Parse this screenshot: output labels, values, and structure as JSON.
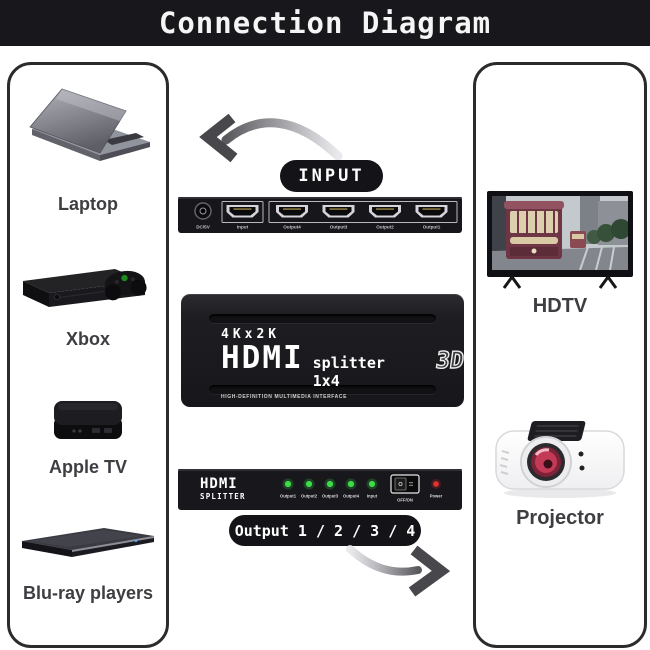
{
  "title": "Connection Diagram",
  "input_arrow_label": "INPUT",
  "output_arrow_label": "Output 1 / 2 / 3 / 4",
  "sources": {
    "items": [
      {
        "label": "Laptop"
      },
      {
        "label": "Xbox"
      },
      {
        "label": "Apple TV"
      },
      {
        "label": "Blu-ray players"
      }
    ]
  },
  "displays": {
    "items": [
      {
        "label": "HDTV"
      },
      {
        "label": "Projector"
      }
    ]
  },
  "splitter": {
    "back_panel": {
      "dc_label": "DC/5V",
      "input_port_label": "Input",
      "output_port_labels": [
        "Output4",
        "Output3",
        "Output2",
        "Output1"
      ]
    },
    "front": {
      "resolution": "4Kx2K",
      "brand": "HDMI",
      "subtitle": "splitter 1x4",
      "badge_3d": "3D",
      "tagline": "HIGH-DEFINITION MULTIMEDIA INTERFACE"
    },
    "led_panel": {
      "logo_line1": "HDMI",
      "logo_line2": "SPLITTER",
      "led_labels": [
        "Output1",
        "Output2",
        "Output3",
        "Output4",
        "Input"
      ],
      "switch_label": "OFF/ON",
      "power_label": "Power"
    }
  },
  "colors": {
    "banner_bg": "#17171c",
    "device_black": "#17171b",
    "led_green": "#3ddb4a",
    "led_red": "#e53030",
    "label_text": "#3e3e42"
  }
}
